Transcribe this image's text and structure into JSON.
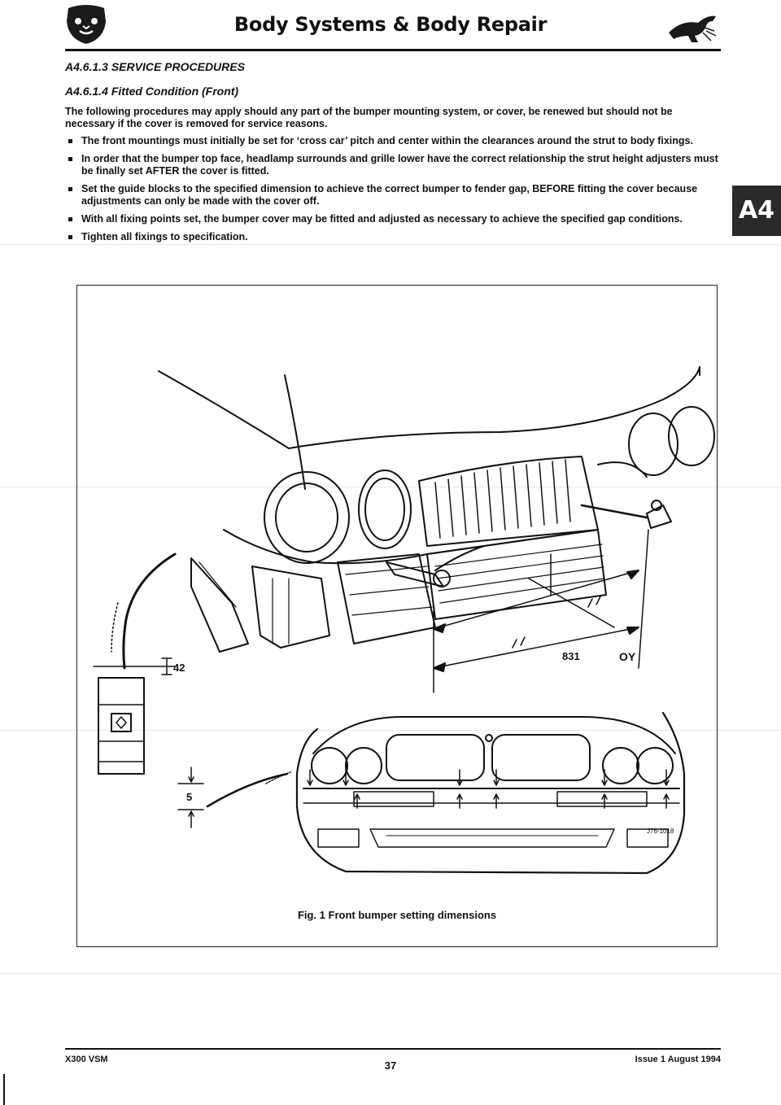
{
  "header": {
    "title": "Body Systems & Body Repair"
  },
  "section": {
    "procedures_heading": "A4.6.1.3 SERVICE PROCEDURES",
    "subheading": "A4.6.1.4 Fitted Condition (Front)",
    "intro": "The following procedures may apply should any part of the bumper mounting system, or cover, be renewed but should not be necessary if the cover is removed for service reasons.",
    "bullets": [
      "The front mountings must initially be set for ‘cross car’ pitch and center within the clearances around the strut to body fixings.",
      "In order that the bumper top face, headlamp surrounds and grille lower have the correct relationship the strut height adjusters must be finally set AFTER the cover is fitted.",
      "Set the guide blocks to the specified dimension to achieve the correct bumper to fender gap, BEFORE fitting the cover because adjustments can only be made with the cover off.",
      "With all fixing points set, the bumper cover may be fitted and adjusted as necessary to achieve the specified gap conditions.",
      "Tighten all fixings to specification."
    ]
  },
  "tab": {
    "label": "A4",
    "color": "#2a2a2a"
  },
  "figure": {
    "dim_42": "42",
    "dim_5": "5",
    "dim_831": "831",
    "dim_oy": "OY",
    "drawing_number": "J76-1018",
    "caption": "Fig. 1  Front bumper setting dimensions"
  },
  "footer": {
    "left": "X300 VSM",
    "page": "37",
    "right": "Issue 1 August 1994"
  }
}
